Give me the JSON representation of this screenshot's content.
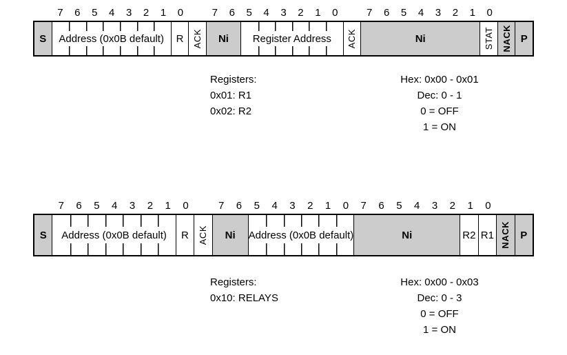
{
  "colors": {
    "cell_fill_gray": "#cccccc",
    "cell_fill_white": "#ffffff",
    "border": "#000000",
    "text": "#000000",
    "page_background": "#ffffff"
  },
  "frames": [
    {
      "name": "status-read-frame",
      "segments": [
        {
          "label": "S",
          "units": 1,
          "bits": [
            ""
          ],
          "gray": true,
          "bold": true
        },
        {
          "label": "Address (0x0B default)",
          "units": 7,
          "bits": [
            "7",
            "6",
            "5",
            "4",
            "3",
            "2",
            "1"
          ],
          "ticks": true
        },
        {
          "label": "R",
          "units": 1,
          "bits": [
            "0"
          ]
        },
        {
          "label": "ACK",
          "units": 1,
          "bits": [
            ""
          ],
          "vertical": true
        },
        {
          "label": "Ni",
          "units": 2,
          "bits": [
            "7",
            "6"
          ],
          "gray": true,
          "bold": true
        },
        {
          "label": "Register Address",
          "units": 6,
          "bits": [
            "5",
            "4",
            "3",
            "2",
            "1",
            "0"
          ],
          "ticks": true
        },
        {
          "label": "ACK",
          "units": 1,
          "bits": [
            ""
          ],
          "vertical": true
        },
        {
          "label": "Ni",
          "units": 7,
          "bits": [
            "7",
            "6",
            "5",
            "4",
            "3",
            "2",
            "1"
          ],
          "gray": true,
          "bold": true
        },
        {
          "label": "STAT",
          "units": 1,
          "bits": [
            "0"
          ],
          "vertical": true
        },
        {
          "label": "NACK",
          "units": 1,
          "bits": [
            ""
          ],
          "gray": true,
          "bold": true,
          "vertical": true
        },
        {
          "label": "P",
          "units": 1,
          "bits": [
            ""
          ],
          "gray": true,
          "bold": true
        }
      ],
      "notes_left": [
        "Registers:",
        "0x01: R1",
        "0x02: R2"
      ],
      "notes_right": [
        "Hex: 0x00 - 0x01",
        "Dec: 0 - 1",
        "0 = OFF",
        "1 = ON"
      ]
    },
    {
      "name": "relay-write-frame",
      "segments": [
        {
          "label": "S",
          "units": 1,
          "bits": [
            ""
          ],
          "gray": true,
          "bold": true
        },
        {
          "label": "Address (0x0B default)",
          "units": 7,
          "bits": [
            "7",
            "6",
            "5",
            "4",
            "3",
            "2",
            "1"
          ],
          "ticks": true
        },
        {
          "label": "R",
          "units": 1,
          "bits": [
            "0"
          ]
        },
        {
          "label": "ACK",
          "units": 1,
          "bits": [
            ""
          ],
          "vertical": true
        },
        {
          "label": "Ni",
          "units": 2,
          "bits": [
            "7",
            "6"
          ],
          "gray": true,
          "bold": true
        },
        {
          "label": "Address (0x0B default)",
          "units": 6,
          "bits": [
            "5",
            "4",
            "3",
            "2",
            "1",
            "0"
          ],
          "ticks": true
        },
        {
          "label": "Ni",
          "units": 6,
          "bits": [
            "7",
            "6",
            "5",
            "4",
            "3",
            "2"
          ],
          "gray": true,
          "bold": true
        },
        {
          "label": "R2",
          "units": 1,
          "bits": [
            "1"
          ]
        },
        {
          "label": "R1",
          "units": 1,
          "bits": [
            "0"
          ]
        },
        {
          "label": "NACK",
          "units": 1,
          "bits": [
            ""
          ],
          "gray": true,
          "bold": true,
          "vertical": true
        },
        {
          "label": "P",
          "units": 1,
          "bits": [
            ""
          ],
          "gray": true,
          "bold": true
        }
      ],
      "notes_left": [
        "Registers:",
        "0x10: RELAYS"
      ],
      "notes_right": [
        "Hex: 0x00 - 0x03",
        "Dec: 0 - 3",
        "0 = OFF",
        "1 = ON"
      ]
    }
  ]
}
